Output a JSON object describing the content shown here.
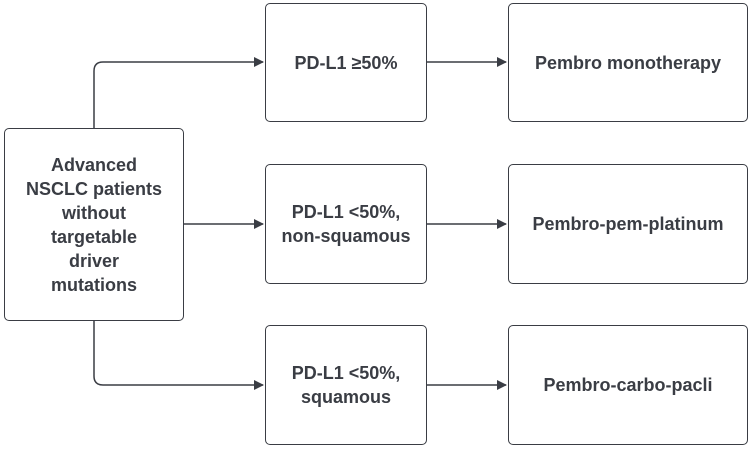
{
  "diagram": {
    "source": {
      "label": "Advanced\nNSCLC patients\nwithout\ntargetable\ndriver\nmutations"
    },
    "branches": [
      {
        "condition": "PD-L1 ≥50%",
        "treatment": "Pembro monotherapy"
      },
      {
        "condition": "PD-L1 <50%,\nnon-squamous",
        "treatment": "Pembro-pem-platinum"
      },
      {
        "condition": "PD-L1 <50%,\nsquamous",
        "treatment": "Pembro-carbo-pacli"
      }
    ],
    "colors": {
      "stroke": "#3a3d44",
      "text": "#3a3d44",
      "background": "#ffffff"
    }
  }
}
